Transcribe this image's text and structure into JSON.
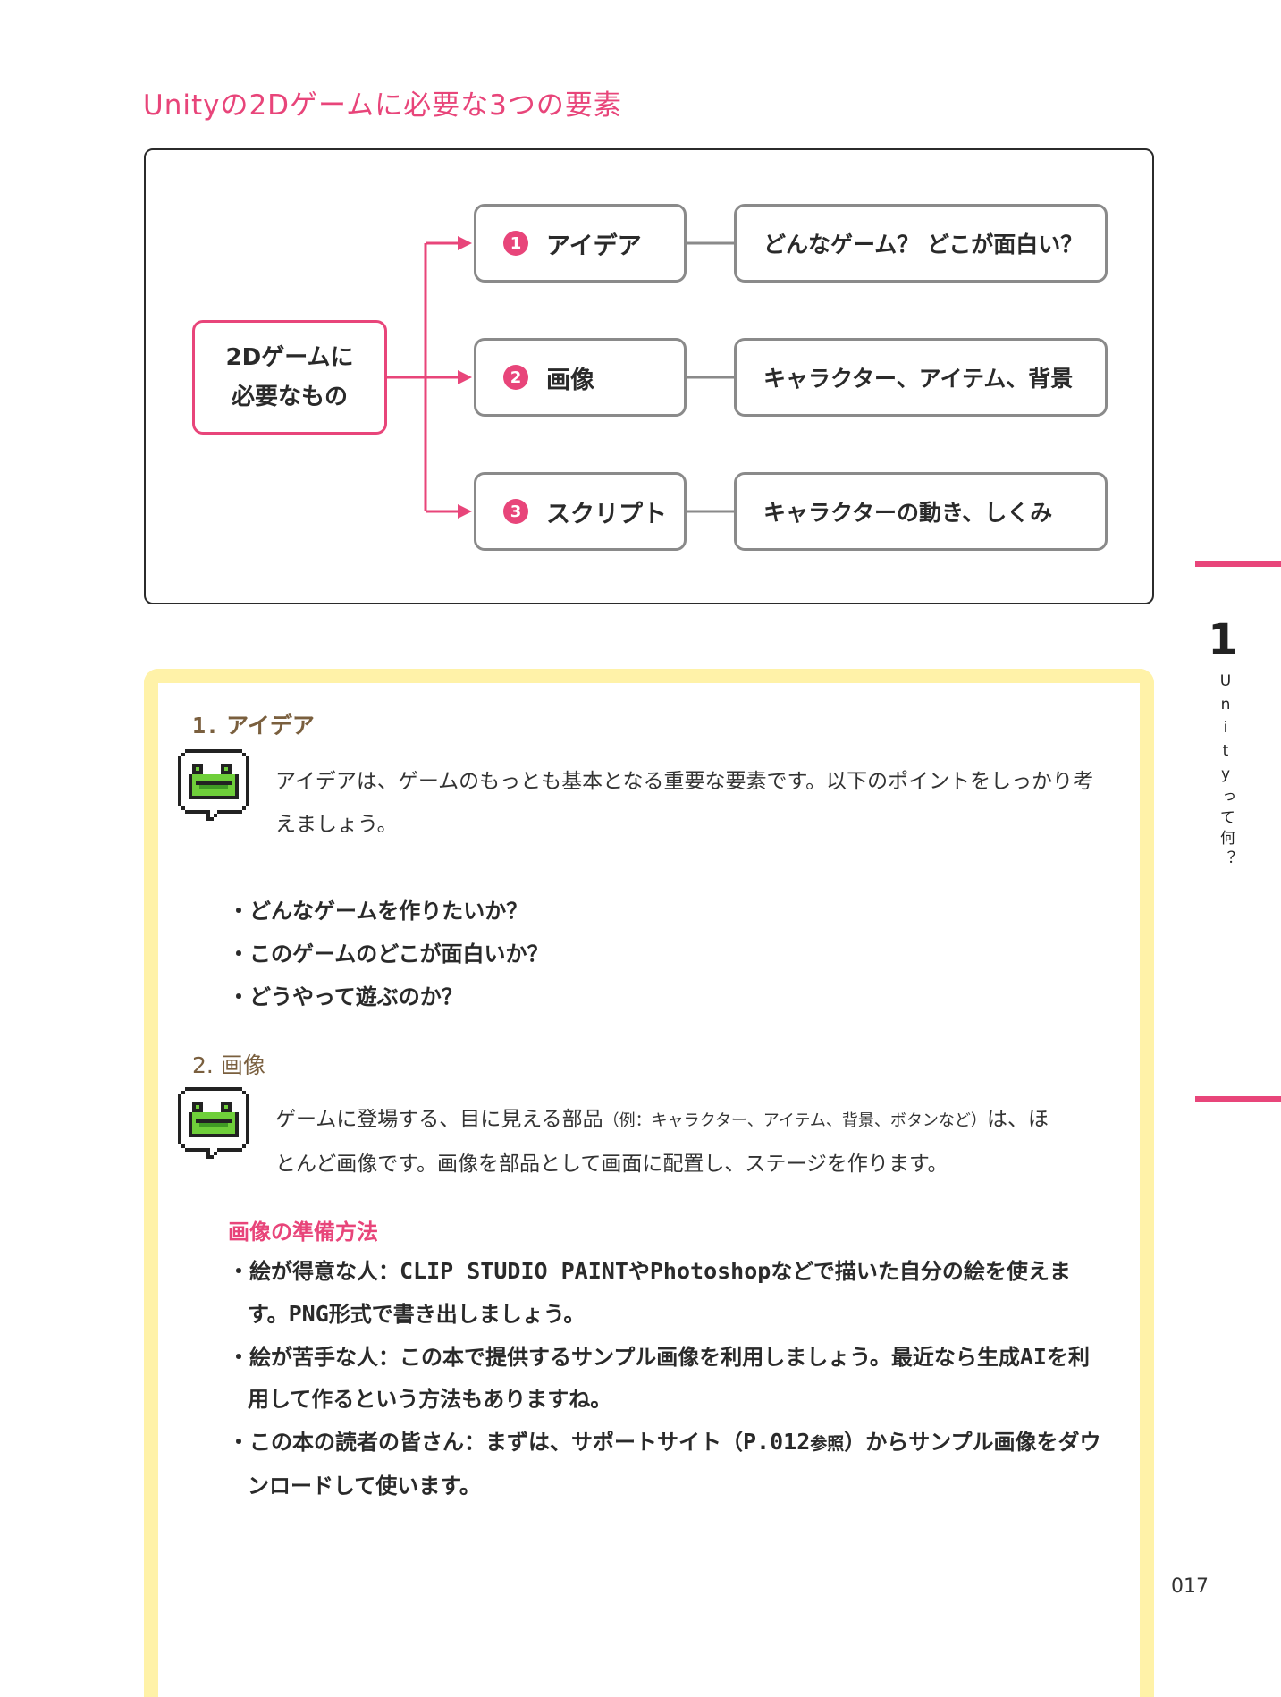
{
  "title": "Unityの2Dゲームに必要な3つの要素",
  "diagram": {
    "source_line1": "2Dゲームに",
    "source_line2": "必要なもの",
    "nodes": [
      {
        "num": "1",
        "label": "アイデア",
        "desc": "どんなゲーム？ どこが面白い？"
      },
      {
        "num": "2",
        "label": "画像",
        "desc": "キャラクター、アイテム、背景"
      },
      {
        "num": "3",
        "label": "スクリプト",
        "desc": "キャラクターの動き、しくみ"
      }
    ],
    "colors": {
      "accent": "#e8457a",
      "box_border": "#8a8a8a"
    }
  },
  "side_tab": {
    "chapter": "1",
    "text": "Unityって何？"
  },
  "note": {
    "border_color": "#fff2a8",
    "s1": {
      "number": "1.",
      "heading": "アイデア",
      "para_line1": "アイデアは、ゲームのもっとも基本となる重要な要素です。以下のポイントをしっかり考",
      "para_line2": "えましょう。",
      "bullets": [
        "・どんなゲームを作りたいか？",
        "・このゲームのどこが面白いか？",
        "・どうやって遊ぶのか？"
      ]
    },
    "s2": {
      "number": "2.",
      "heading": "画像",
      "para_a": "ゲームに登場する、目に見える部品",
      "para_small": "（例：キャラクター、アイテム、背景、ボタンなど）",
      "para_b": "は、ほ",
      "para_line2": "とんど画像です。画像を部品として画面に配置し、ステージを作ります。",
      "subheading": "画像の準備方法",
      "b1_a": "・絵が得意な人：",
      "b1_m1": "CLIP STUDIO PAINT",
      "b1_b": "や",
      "b1_m2": "Photoshop",
      "b1_c": "などで描いた自分の絵を使えます。",
      "b1_m3": "PNG",
      "b1_d": "形式で書き出しましょう。",
      "b2_a": "・絵が苦手な人：この本で提供するサンプル画像を利用しましょう。最近なら生成",
      "b2_m": "AI",
      "b2_b": "を利用して作るという方法もありますね。",
      "b3_a": "・この本の読者の皆さん：まずは、サポートサイト（",
      "b3_m": "P.012",
      "b3_s": "参照",
      "b3_b": "）からサンプル画像をダウンロードして使います。"
    }
  },
  "page_number": "017"
}
